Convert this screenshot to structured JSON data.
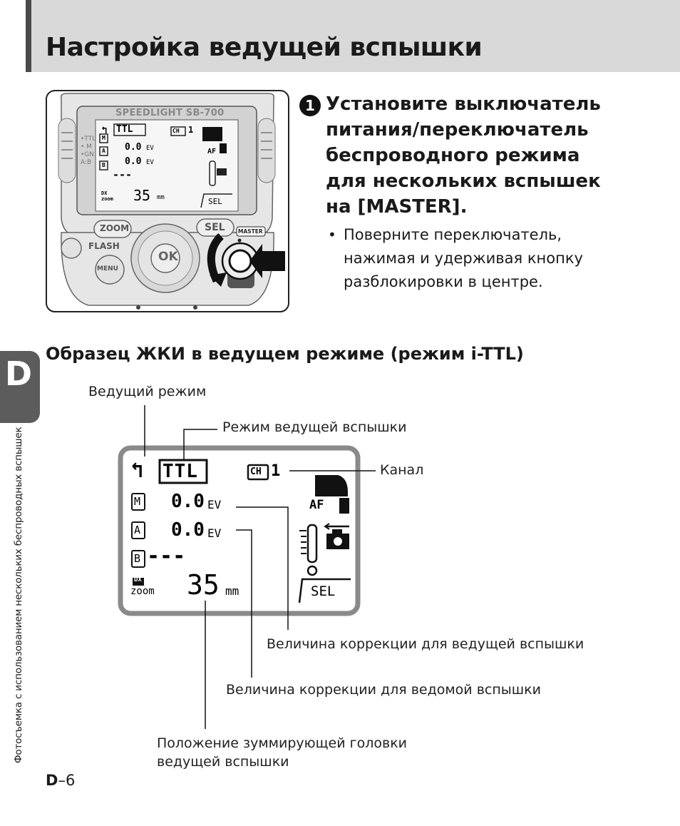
{
  "header": {
    "title": "Настройка ведущей вспышки"
  },
  "step": {
    "number": "1",
    "lines": [
      "Установите выключатель",
      "питания/переключатель",
      "беспроводного режима",
      "для нескольких вспышек",
      "на [MASTER]."
    ],
    "bullet_lines": [
      "Поверните переключатель,",
      "нажимая и удерживая кнопку",
      "разблокировки в центре."
    ]
  },
  "device": {
    "model": "SPEEDLIGHT SB-700",
    "side_labels": [
      "•TTL",
      "• M",
      "•GN",
      "A:B"
    ],
    "buttons": {
      "zoom": "ZOOM",
      "sel": "SEL",
      "flash": "FLASH",
      "menu": "MENU",
      "ok": "OK",
      "master": "MASTER"
    }
  },
  "subheading": "Образец ЖКИ в ведущем режиме (режим i-TTL)",
  "lcd": {
    "mode": "TTL",
    "channel_label": "CH",
    "channel": "1",
    "m_label": "M",
    "m_value": "0.0",
    "a_label": "A",
    "a_value": "0.0",
    "b_label": "B",
    "b_value": "---",
    "ev_unit": "EV",
    "dx_label": "DX",
    "zoom_label": "zoom",
    "zoom_value": "35",
    "zoom_unit": "mm",
    "af_label": "AF",
    "sel_label": "SEL"
  },
  "annotations": {
    "master_mode": "Ведущий режим",
    "master_flash_mode": "Режим ведущей вспышки",
    "channel": "Канал",
    "master_comp": "Величина коррекции для ведущей вспышки",
    "remote_comp": "Величина коррекции для ведомой вспышки",
    "zoom_pos_1": "Положение зуммирующей головки",
    "zoom_pos_2": "ведущей вспышки"
  },
  "side_tab": {
    "letter": "D",
    "text": "Фотосъемка с использованием нескольких беспроводных вспышек"
  },
  "page": {
    "prefix": "D",
    "suffix": "–6"
  }
}
